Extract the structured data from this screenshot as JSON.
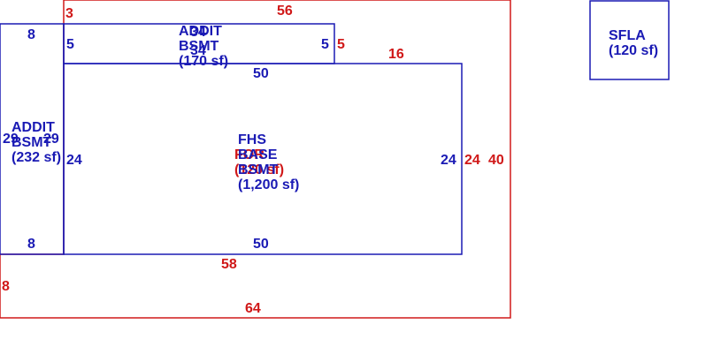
{
  "colors": {
    "area_outline": "#1a1ab4",
    "outer_outline": "#d01818"
  },
  "areas": {
    "addit_top": {
      "line1": "ADDIT",
      "line2": "BSMT",
      "area": "(170 sf)",
      "dims": {
        "top": "34",
        "bottom": "34",
        "left": "5",
        "right": "5"
      }
    },
    "addit_left": {
      "line1": "ADDIT",
      "line2": "BSMT",
      "area": "(232 sf)",
      "dims": {
        "top": "8",
        "bottom": "8",
        "left": "29",
        "right": "29",
        "inner": "24"
      }
    },
    "fhs": {
      "line1": "FHS",
      "line2": "BASE",
      "line3": "BSMT",
      "area": "(1,200 sf)",
      "dims": {
        "top": "50",
        "bottom": "50",
        "right": "24"
      }
    },
    "sfla": {
      "line1": "SFLA",
      "area": "(120 sf)"
    }
  },
  "overlay": {
    "line1": "FOR",
    "line2": "(120 sf)"
  },
  "outer_dims": {
    "top_left": "3",
    "top": "56",
    "step": "5",
    "step_top": "16",
    "right_inner": "24",
    "right": "40",
    "bottom_inner": "58",
    "bottom_left": "8",
    "bottom": "64"
  }
}
